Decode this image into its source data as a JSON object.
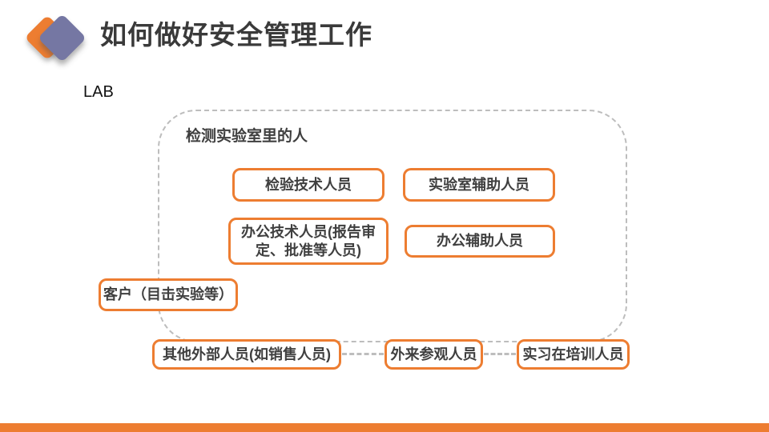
{
  "slide": {
    "header": {
      "title": "如何做好安全管理工作"
    },
    "lab_label": "LAB",
    "group": {
      "label": "检测实验室里的人",
      "boxes": {
        "testing_tech": {
          "label": "检验技术人员"
        },
        "lab_support": {
          "label": "实验室辅助人员"
        },
        "office_tech": {
          "lines": [
            "办公技术人员(报告审",
            "定、批准等人员)"
          ]
        },
        "office_support": {
          "label": "办公辅助人员"
        },
        "customer": {
          "label": "客户（目击实验等）"
        },
        "other_external": {
          "label": "其他外部人员(如销售人员)"
        },
        "visitors": {
          "label": "外来参观人员"
        },
        "trainees": {
          "label": "实习在培训人员"
        }
      }
    },
    "colors": {
      "accent_orange": "#ED7D31",
      "logo_purple": "#7577A3",
      "dash_gray": "#BDBDBD",
      "text_dark": "#3F3F3F"
    }
  }
}
